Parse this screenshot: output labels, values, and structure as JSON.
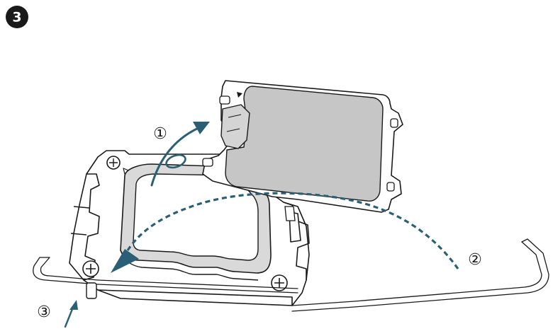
{
  "step": {
    "number": "3"
  },
  "callouts": [
    {
      "id": "1",
      "label": "①"
    },
    {
      "id": "2",
      "label": "②"
    },
    {
      "id": "3",
      "label": "③"
    }
  ],
  "colors": {
    "line": "#1a1a1a",
    "plate_fill": "#c9c9c9",
    "plate_border": "#ffffff",
    "arrow": "#2b5f75",
    "gasket": "#b0b0b0",
    "lever": "#8a8a8a"
  }
}
